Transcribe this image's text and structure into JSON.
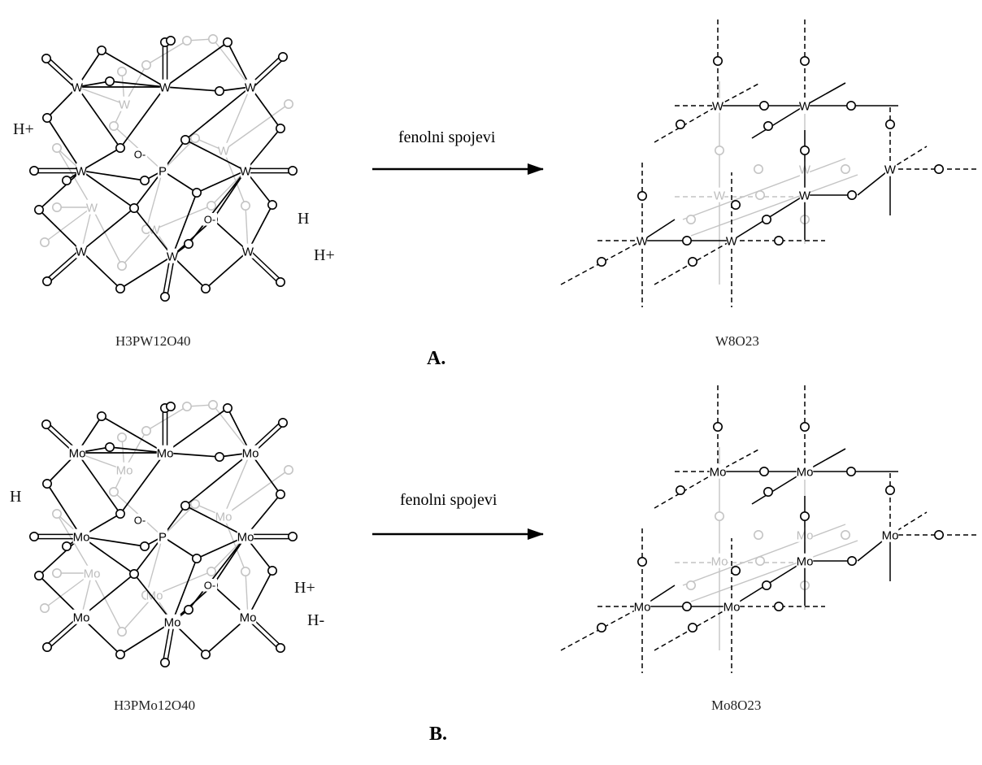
{
  "panels": [
    {
      "id": "A",
      "panel_label": "A.",
      "arrow_label": "fenolni spojevi",
      "reactant_formula": "H3PW12O40",
      "product_formula": "W8O23",
      "metal": "W",
      "heteroatom": "P",
      "oxygen_anion": "O-",
      "side_labels": [
        "H+",
        "H",
        "H+"
      ]
    },
    {
      "id": "B",
      "panel_label": "B.",
      "arrow_label": "fenolni spojevi",
      "reactant_formula": "H3PMo12O40",
      "product_formula": "Mo8O23",
      "metal": "Mo",
      "heteroatom": "P",
      "oxygen_anion": "O-",
      "side_labels": [
        "H",
        "H+",
        "H-"
      ]
    }
  ]
}
